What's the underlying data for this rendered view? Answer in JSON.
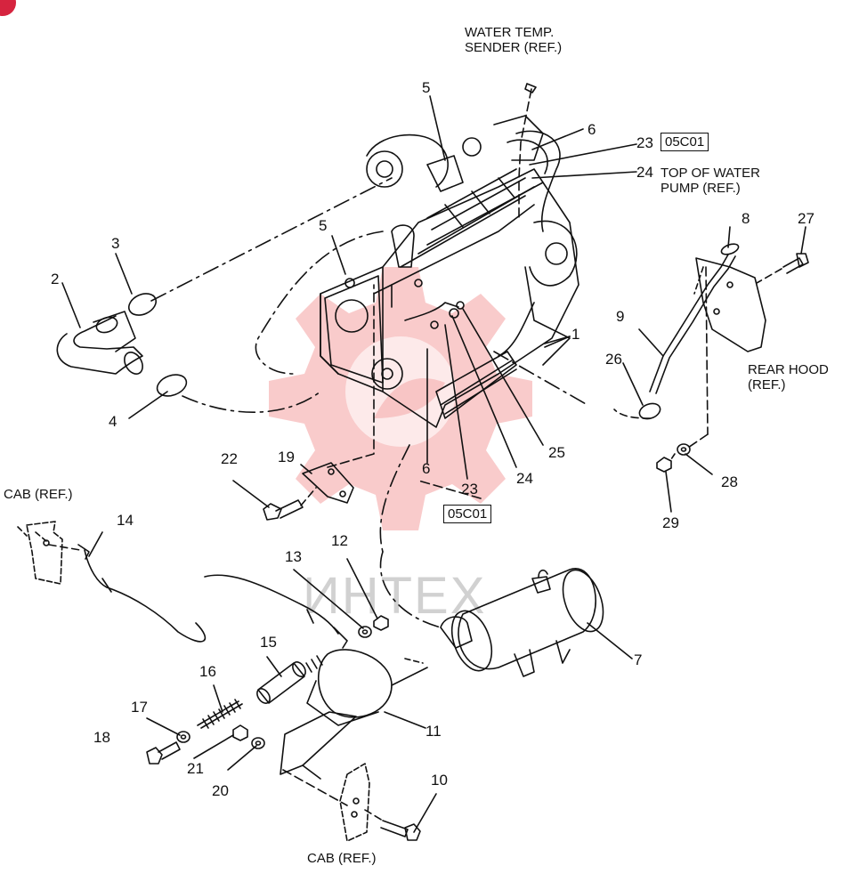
{
  "colors": {
    "watermark_red": "#f08a8a",
    "line": "#111111",
    "badge": "#d6243f"
  },
  "watermark": {
    "text": "ИНТЕХ"
  },
  "notes": {
    "water_temp_sender": "WATER TEMP.\nSENDER (REF.)",
    "top_of_water_pump": "TOP OF WATER\nPUMP (REF.)",
    "rear_hood": "REAR HOOD\n(REF.)",
    "cab_ref_left": "CAB (REF.)",
    "cab_ref_bottom": "CAB (REF.)"
  },
  "refs": {
    "upper": "05C01",
    "lower": "05C01"
  },
  "callouts": [
    {
      "id": "c1",
      "text": "1"
    },
    {
      "id": "c2",
      "text": "2"
    },
    {
      "id": "c3",
      "text": "3"
    },
    {
      "id": "c4",
      "text": "4"
    },
    {
      "id": "c5a",
      "text": "5"
    },
    {
      "id": "c5b",
      "text": "5"
    },
    {
      "id": "c6a",
      "text": "6"
    },
    {
      "id": "c6b",
      "text": "6"
    },
    {
      "id": "c7",
      "text": "7"
    },
    {
      "id": "c8",
      "text": "8"
    },
    {
      "id": "c9",
      "text": "9"
    },
    {
      "id": "c10",
      "text": "10"
    },
    {
      "id": "c11",
      "text": "11"
    },
    {
      "id": "c12",
      "text": "12"
    },
    {
      "id": "c13",
      "text": "13"
    },
    {
      "id": "c14",
      "text": "14"
    },
    {
      "id": "c15",
      "text": "15"
    },
    {
      "id": "c16",
      "text": "16"
    },
    {
      "id": "c17",
      "text": "17"
    },
    {
      "id": "c18",
      "text": "18"
    },
    {
      "id": "c19",
      "text": "19"
    },
    {
      "id": "c20",
      "text": "20"
    },
    {
      "id": "c21",
      "text": "21"
    },
    {
      "id": "c22",
      "text": "22"
    },
    {
      "id": "c23a",
      "text": "23"
    },
    {
      "id": "c23b",
      "text": "23"
    },
    {
      "id": "c24a",
      "text": "24"
    },
    {
      "id": "c24b",
      "text": "24"
    },
    {
      "id": "c25",
      "text": "25"
    },
    {
      "id": "c26",
      "text": "26"
    },
    {
      "id": "c27",
      "text": "27"
    },
    {
      "id": "c28",
      "text": "28"
    },
    {
      "id": "c29",
      "text": "29"
    }
  ]
}
